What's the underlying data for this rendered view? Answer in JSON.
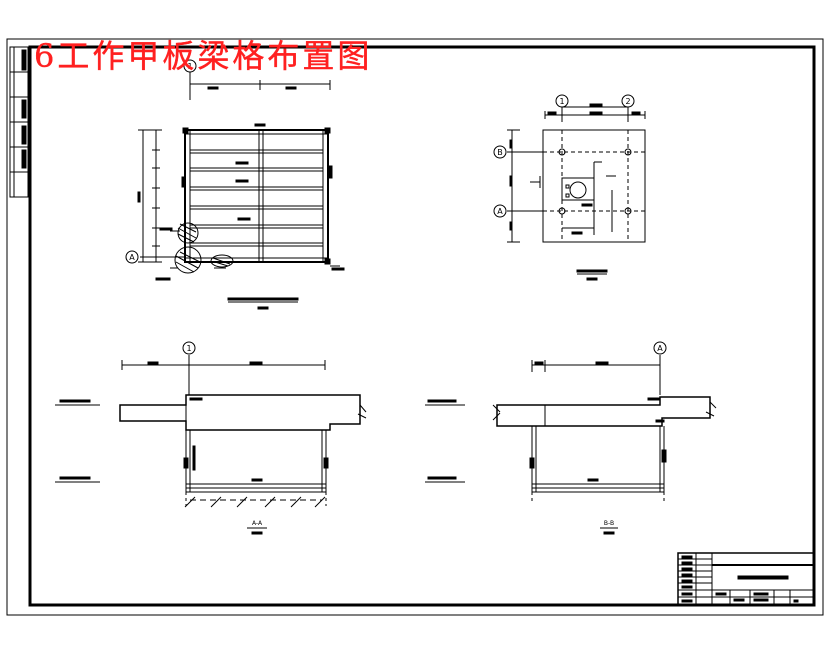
{
  "drawing": {
    "sheet_title": "6工作甲板梁格布置图",
    "views": {
      "plan": {
        "grid_markers": [
          "1",
          "A"
        ],
        "caption": "",
        "scale": ""
      },
      "side_plan": {
        "grid_markers": [
          "1",
          "2",
          "B",
          "A"
        ],
        "caption": "",
        "scale": ""
      },
      "section_a": {
        "grid_marker": "1",
        "caption": "A-A",
        "scale": ""
      },
      "section_b": {
        "grid_marker": "A",
        "caption": "B-B",
        "scale": ""
      }
    },
    "title_block": {
      "drawing_name": "",
      "sheet_no": ""
    }
  },
  "colors": {
    "ink": "#000000",
    "title": "#ff2020"
  }
}
